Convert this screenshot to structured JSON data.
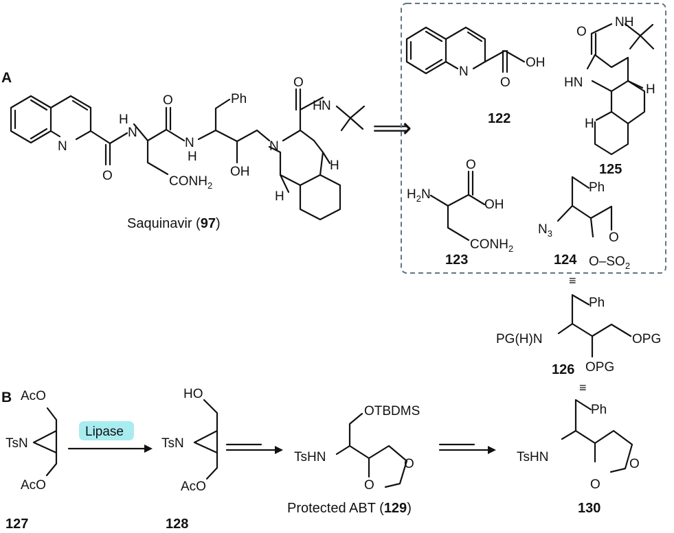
{
  "panels": {
    "a": "A",
    "b": "B"
  },
  "colors": {
    "box_border": "#5f7580",
    "lipase_fill": "#a8ecf0",
    "ink": "#111111"
  },
  "saquinavir": {
    "name": "Saquinavir (",
    "num": "97",
    "close": ")"
  },
  "labels": {
    "ph": "Ph",
    "n": "N",
    "o": "O",
    "oh": "OH",
    "h": "H",
    "hn": "HN",
    "nh": "NH",
    "conh": "CONH",
    "sub2": "2",
    "h2n_h": "H",
    "h2n_n": "N",
    "n3_n": "N",
    "n3_3": "3",
    "so": "O–SO",
    "pgh": "PG(H)N",
    "opg": "OPG",
    "aco": "AcO",
    "ho": "HO",
    "tsn": "TsN",
    "tshn": "TsHN",
    "otbdms": "OTBDMS",
    "equiv": "≡",
    "retro": "⟹"
  },
  "compounds": {
    "c122": "122",
    "c123": "123",
    "c124": "124",
    "c125": "125",
    "c126": "126",
    "c127": "127",
    "c128": "128",
    "c130": "130"
  },
  "abt": {
    "name": "Protected ABT (",
    "num": "129",
    "close": ")"
  },
  "lipase": "Lipase"
}
